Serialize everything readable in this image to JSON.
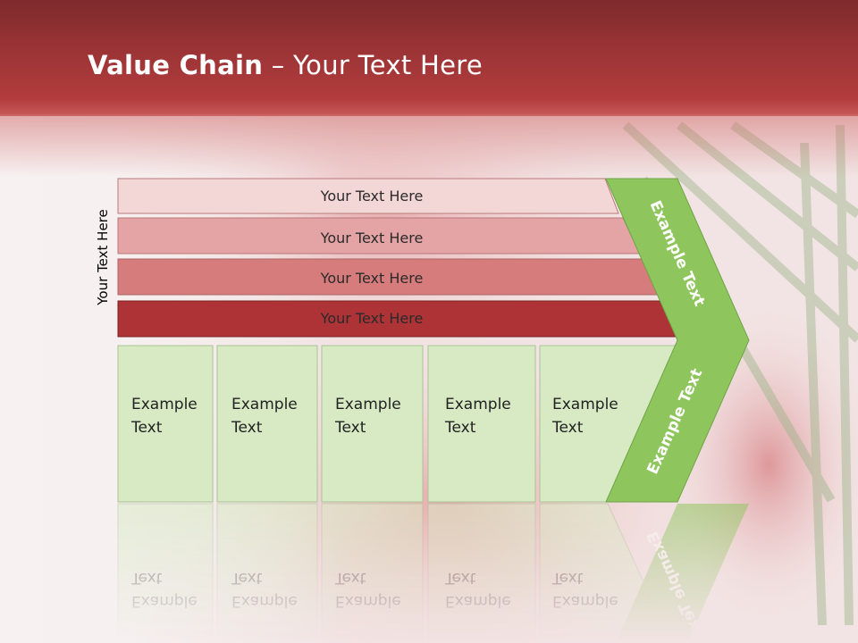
{
  "header": {
    "title_bold": "Value Chain",
    "title_rest": " – Your Text Here"
  },
  "side_label": "Your Text Here",
  "bars": [
    "Your Text Here",
    "Your Text Here",
    "Your Text Here",
    "Your Text Here"
  ],
  "boxes": [
    {
      "line1": "Example",
      "line2": "Text"
    },
    {
      "line1": "Example",
      "line2": "Text"
    },
    {
      "line1": "Example",
      "line2": "Text"
    },
    {
      "line1": "Example",
      "line2": "Text"
    },
    {
      "line1": "Example",
      "line2": "Text"
    }
  ],
  "arrow": {
    "upper_text": "Example Text",
    "lower_text": "Example Text"
  },
  "colors": {
    "bar_1": "#f3d6d6",
    "bar_2": "#e4a3a4",
    "bar_3": "#d67c7c",
    "bar_4": "#ad3337",
    "box_fill": "#d7eac4",
    "arrow_fill": "#8ec65d"
  }
}
